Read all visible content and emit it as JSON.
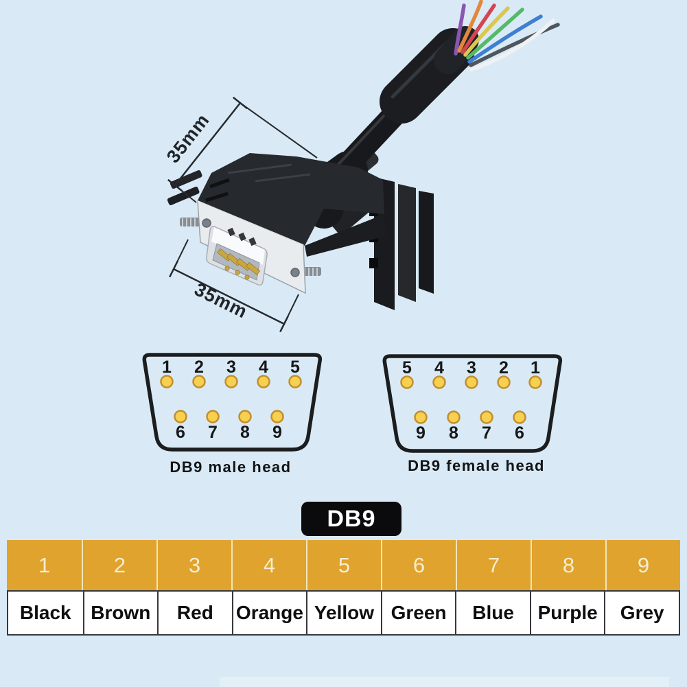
{
  "photo": {
    "dimension_label_top": "35mm",
    "dimension_label_bottom": "35mm",
    "wire_colors": {
      "purple": "#8a56b0",
      "orange": "#e2883a",
      "red": "#d6454f",
      "yellow": "#d9c84e",
      "green": "#55b96a",
      "blue": "#3f7fd1",
      "dark_grey": "#4e555c",
      "white": "#eef2f4"
    }
  },
  "pinouts": {
    "male": {
      "label": "DB9 male head",
      "top_row": [
        "1",
        "2",
        "3",
        "4",
        "5"
      ],
      "bottom_row": [
        "6",
        "7",
        "8",
        "9"
      ]
    },
    "female": {
      "label": "DB9 female head",
      "top_row": [
        "5",
        "4",
        "3",
        "2",
        "1"
      ],
      "bottom_row": [
        "9",
        "8",
        "7",
        "6"
      ]
    }
  },
  "badge_label": "DB9",
  "wiring_table": {
    "pins": [
      "1",
      "2",
      "3",
      "4",
      "5",
      "6",
      "7",
      "8",
      "9"
    ],
    "colors": [
      "Black",
      "Brown",
      "Red",
      "Orange",
      "Yellow",
      "Green",
      "Blue",
      "Purple",
      "Grey"
    ]
  },
  "theme": {
    "background": "#d9eaf6",
    "outline": "#1c1d1f",
    "pin_fill": "#f7d04f",
    "pin_stroke": "#c28f2c",
    "table_header_bg": "#e0a32d",
    "table_header_text": "#f7edcf",
    "badge_bg": "#0b0b0d",
    "badge_text": "#ffffff"
  }
}
